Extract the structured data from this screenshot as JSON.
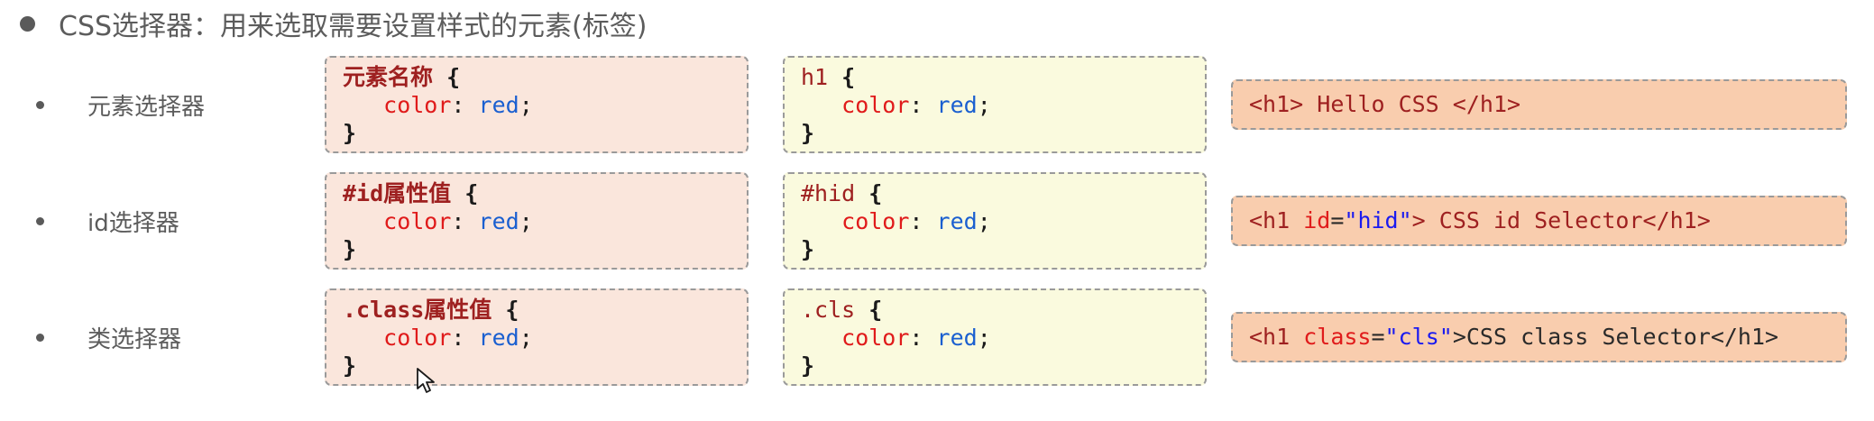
{
  "slide": {
    "title": "CSS选择器：用来选取需要设置样式的元素(标签)",
    "title_bullet": "filled-circle-bullet"
  },
  "colors": {
    "text_gray": "#5c5c5c",
    "css_box_bg": "#fae6dc",
    "result_css_box_bg": "#fafade",
    "html_box_bg": "#f9cdae",
    "box_border": "#9a9a9a",
    "selector_red": "#9e2020",
    "property_red": "#e01b1b",
    "value_blue": "#1a5fd0",
    "attr_value_blue": "#1a1af0",
    "brace_black": "#1a1a1a"
  },
  "rows": [
    {
      "label": "元素选择器",
      "syntax": {
        "selector": "元素名称",
        "open_brace": "{",
        "property": "color",
        "colon": ":",
        "value": "red",
        "semicolon": ";",
        "close_brace": "}"
      },
      "example": {
        "selector": "h1",
        "open_brace": "{",
        "property": "color",
        "colon": ":",
        "value": "red",
        "semicolon": ";",
        "close_brace": "}"
      },
      "html": {
        "open_tag": "<h1>",
        "attr_name": "",
        "equals": "",
        "attr_value": "",
        "tag_close": "",
        "text": " Hello CSS ",
        "close_tag": "</h1>"
      }
    },
    {
      "label": "id选择器",
      "syntax": {
        "selector": "#id属性值",
        "open_brace": "{",
        "property": "color",
        "colon": ":",
        "value": "red",
        "semicolon": ";",
        "close_brace": "}"
      },
      "example": {
        "selector": "#hid",
        "open_brace": "{",
        "property": "color",
        "colon": ":",
        "value": "red",
        "semicolon": ";",
        "close_brace": "}"
      },
      "html": {
        "open_tag": "<h1 ",
        "attr_name": "id",
        "equals": "=",
        "attr_value": "\"hid\"",
        "tag_close": ">",
        "text": " CSS id Selector",
        "close_tag": "</h1>"
      }
    },
    {
      "label": "类选择器",
      "syntax": {
        "selector": ".class属性值",
        "open_brace": "{",
        "property": "color",
        "colon": ":",
        "value": "red",
        "semicolon": ";",
        "close_brace": "}"
      },
      "example": {
        "selector": ".cls",
        "open_brace": "{",
        "property": "color",
        "colon": ":",
        "value": "red",
        "semicolon": ";",
        "close_brace": "}"
      },
      "html": {
        "open_tag": "<h1 ",
        "attr_name": "class",
        "equals": "=",
        "attr_value": "\"cls\"",
        "tag_close": ">",
        "text": "CSS class Selector",
        "close_tag": "</h1>"
      }
    }
  ],
  "cursor": {
    "icon": "mouse-pointer-icon"
  }
}
